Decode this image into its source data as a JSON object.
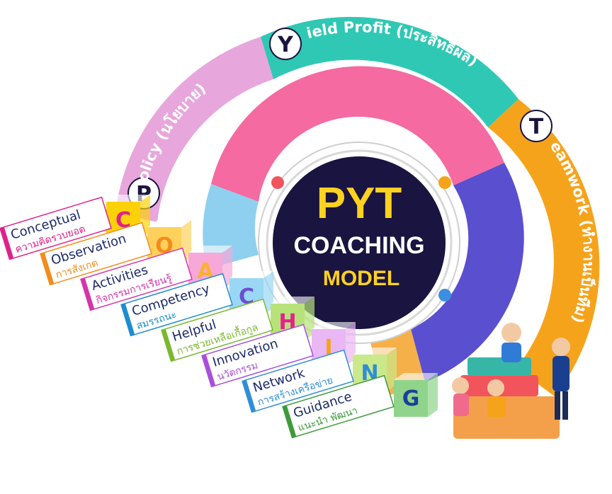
{
  "hub": {
    "line1": "PYT",
    "line2": "COACHING",
    "line3": "MODEL"
  },
  "arcs": [
    {
      "initial": "P",
      "label": "olicy (นโยบาย)",
      "color": "#e7a6dc"
    },
    {
      "initial": "Y",
      "label": "ield Profit (ประสิทธิผล)",
      "color": "#2fc8b4"
    },
    {
      "initial": "T",
      "label": "eamwork (ทำงานเป็นทีม)",
      "color": "#f6a31c"
    }
  ],
  "coaching": [
    {
      "letter": "C",
      "en": "Conceptual",
      "th": "ความคิดรวบยอด",
      "letter_color": "#e0218a",
      "block": "#fbd10a",
      "tag": "#e0218a"
    },
    {
      "letter": "O",
      "en": "Observation",
      "th": "การสังเกต",
      "letter_color": "#f28c1c",
      "block": "#ffd15c",
      "tag": "#f28c1c"
    },
    {
      "letter": "A",
      "en": "Activities",
      "th": "กิจกรรมการเรียนรู้",
      "letter_color": "#f9b233",
      "block": "#f7a8d8",
      "tag": "#d436a8"
    },
    {
      "letter": "C",
      "en": "Competency",
      "th": "สมรรถนะ",
      "letter_color": "#6c4fd0",
      "block": "#9ad7f4",
      "tag": "#1e8ccf"
    },
    {
      "letter": "H",
      "en": "Helpful",
      "th": "การช่วยเหลือเกื้อกูล",
      "letter_color": "#e6218a",
      "block": "#b7e27a",
      "tag": "#7ab82e"
    },
    {
      "letter": "I",
      "en": "Innovation",
      "th": "นวัตกรรม",
      "letter_color": "#f5a318",
      "block": "#e9b7f3",
      "tag": "#a94fd8"
    },
    {
      "letter": "N",
      "en": "Network",
      "th": "การสร้างเครือข่าย",
      "letter_color": "#2f8fd6",
      "block": "#c9e98a",
      "tag": "#2f8fd6"
    },
    {
      "letter": "G",
      "en": "Guidance",
      "th": "แนะนำ พัฒนา",
      "letter_color": "#1d3f9a",
      "block": "#8fd48a",
      "tag": "#3e9a3a"
    }
  ],
  "colors": {
    "hub_bg": "#1a1440",
    "hub_yellow": "#ffd21f",
    "inner_pink": "#f46aa1",
    "inner_purple": "#5a4fcf",
    "inner_blue": "#8fd0f0"
  }
}
